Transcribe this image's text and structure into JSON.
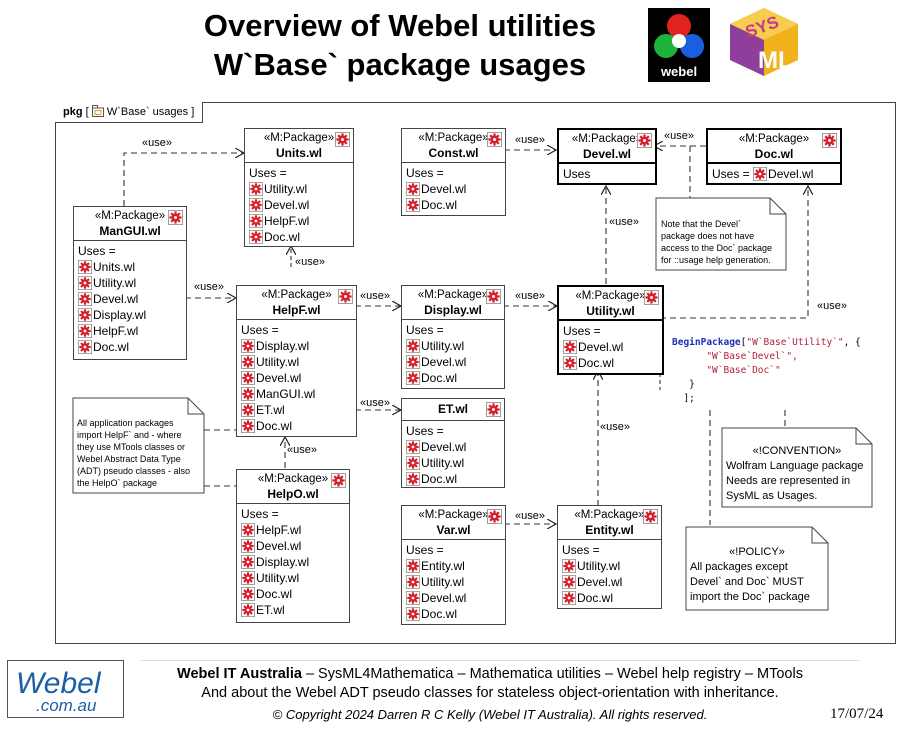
{
  "title": {
    "line1": "Overview of Webel utilities",
    "line2": "W`Base` package usages"
  },
  "logos": {
    "webel_caption": "webel",
    "sysml_text": "SysML"
  },
  "frame": {
    "keyword": "pkg",
    "name": "W`Base` usages",
    "open": "[",
    "close": "]"
  },
  "stereotype": "«M:Package»",
  "uses_label": "Uses",
  "uses_eq": "Uses =",
  "use_label": "«use»",
  "packages": {
    "units": {
      "name": "Units.wl",
      "uses": [
        "Utility.wl",
        "Devel.wl",
        "HelpF.wl",
        "Doc.wl"
      ]
    },
    "const": {
      "name": "Const.wl",
      "uses": [
        "Devel.wl",
        "Doc.wl"
      ]
    },
    "devel": {
      "name": "Devel.wl"
    },
    "doc": {
      "name": "Doc.wl",
      "uses": [
        "Devel.wl"
      ]
    },
    "mangui": {
      "name": "ManGUI.wl",
      "uses": [
        "Units.wl",
        "Utility.wl",
        "Devel.wl",
        "Display.wl",
        "HelpF.wl",
        "Doc.wl"
      ]
    },
    "helpf": {
      "name": "HelpF.wl",
      "uses": [
        "Display.wl",
        "Utility.wl",
        "Devel.wl",
        "ManGUI.wl",
        "ET.wl",
        "Doc.wl"
      ]
    },
    "display": {
      "name": "Display.wl",
      "uses": [
        "Utility.wl",
        "Devel.wl",
        "Doc.wl"
      ]
    },
    "utility": {
      "name": "Utility.wl",
      "uses": [
        "Devel.wl",
        "Doc.wl"
      ]
    },
    "et": {
      "name": "ET.wl",
      "uses": [
        "Devel.wl",
        "Utility.wl",
        "Doc.wl"
      ]
    },
    "helpo": {
      "name": "HelpO.wl",
      "uses": [
        "HelpF.wl",
        "Devel.wl",
        "Display.wl",
        "Utility.wl",
        "Doc.wl",
        "ET.wl"
      ]
    },
    "var": {
      "name": "Var.wl",
      "uses": [
        "Entity.wl",
        "Utility.wl",
        "Devel.wl",
        "Doc.wl"
      ]
    },
    "entity": {
      "name": "Entity.wl",
      "uses": [
        "Utility.wl",
        "Devel.wl",
        "Doc.wl"
      ]
    }
  },
  "notes": {
    "devel_note": [
      "Note that the Devel`",
      "package does not have",
      "access to the Doc` package",
      "for ::usage help generation."
    ],
    "helpf_note": [
      "All application packages",
      "import HelpF` and - where",
      "they use MTools classes or",
      "Webel Abstract Data Type",
      "(ADT) pseudo classes - also",
      "the HelpO` package"
    ],
    "convention": {
      "title": "«!CONVENTION»",
      "lines": [
        "Wolfram Language package",
        "Needs are represented in",
        "SysML as Usages."
      ]
    },
    "policy": {
      "title": "«!POLICY»",
      "lines": [
        "All packages except",
        "Devel` and Doc` MUST",
        "import the Doc` package"
      ]
    }
  },
  "code": {
    "fn": "BeginPackage",
    "line1_open": "[",
    "ctx": "\"W`Base`Utility`\"",
    "line1_rest": ", {",
    "dep1": "\"W`Base`Devel`\",",
    "dep2": "\"W`Base`Doc`\"",
    "close1": "}",
    "close2": "];"
  },
  "footer": {
    "logo_top": "Webel",
    "logo_bottom": ".com.au",
    "org": "Webel IT Australia",
    "line1_rest": " – SysML4Mathematica – Mathematica utilities – Webel help registry – MTools",
    "line2": "And about the Webel ADT pseudo classes for stateless object-orientation with inheritance.",
    "copyright": "© Copyright 2024 Darren R C Kelly (Webel IT Australia). All rights reserved.",
    "date": "17/07/24"
  },
  "colors": {
    "gear_red": "#d8202a",
    "code_blue": "#1f2fb8",
    "code_red": "#b0223b",
    "logo_blue": "#1a5fa8"
  }
}
